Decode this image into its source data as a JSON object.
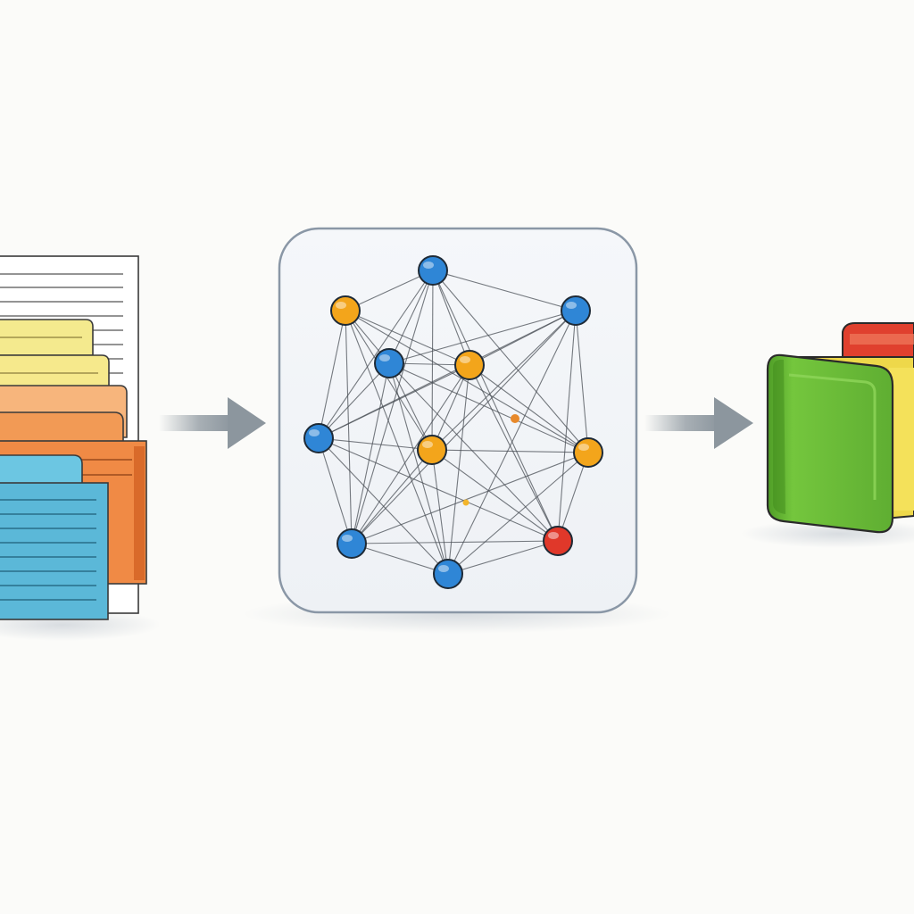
{
  "diagram": {
    "stages": [
      {
        "id": "documents",
        "icon": "document-stack-icon"
      },
      {
        "id": "network",
        "icon": "network-graph-icon"
      },
      {
        "id": "folders",
        "icon": "folder-stack-icon"
      }
    ],
    "arrows": [
      {
        "from": "documents",
        "to": "network"
      },
      {
        "from": "network",
        "to": "folders"
      }
    ],
    "network": {
      "nodes": [
        {
          "id": "n1",
          "color": "blue"
        },
        {
          "id": "n2",
          "color": "orange"
        },
        {
          "id": "n3",
          "color": "blue"
        },
        {
          "id": "n4",
          "color": "blue"
        },
        {
          "id": "n5",
          "color": "orange"
        },
        {
          "id": "n6",
          "color": "blue"
        },
        {
          "id": "n7",
          "color": "orange"
        },
        {
          "id": "n8",
          "color": "orange"
        },
        {
          "id": "n9",
          "color": "blue"
        },
        {
          "id": "n10",
          "color": "blue"
        },
        {
          "id": "n11",
          "color": "red"
        }
      ]
    },
    "colors": {
      "blue": "#2f86d6",
      "orange": "#f3a51b",
      "red": "#e0382a",
      "document_yellow": "#f4ea8e",
      "document_orange": "#f08a45",
      "document_blue": "#5bb8d8",
      "folder_green": "#6cc23a",
      "folder_yellow": "#eed84a",
      "folder_red": "#e0402e",
      "arrow": "#8c969e",
      "panel_border": "#8a97a6",
      "panel_fill": "#f2f5f8"
    }
  }
}
